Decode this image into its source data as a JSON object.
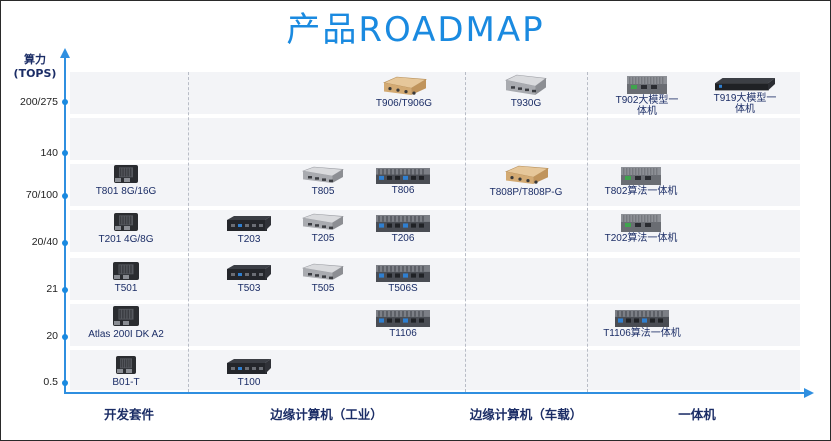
{
  "title": "产品ROADMAP",
  "y_axis": {
    "label_line1": "算力",
    "label_line2": "(TOPS)"
  },
  "tiers": [
    "200/275",
    "140",
    "70/100",
    "20/40",
    "21",
    "20",
    "0.5"
  ],
  "columns": [
    "开发套件",
    "边缘计算机（工业）",
    "边缘计算机（车载）",
    "一体机"
  ],
  "products": [
    {
      "label": "T906/T906G",
      "device": "gold-box",
      "tier": "200/275",
      "column": "边缘计算机（工业）"
    },
    {
      "label": "T930G",
      "device": "silver-box",
      "tier": "200/275",
      "column": "边缘计算机（车载）"
    },
    {
      "label": "T902大模型一体机",
      "device": "grey-chassis",
      "tier": "200/275",
      "column": "一体机"
    },
    {
      "label": "T919大模型一体机",
      "device": "rack-server",
      "tier": "200/275",
      "column": "一体机"
    },
    {
      "label": "T801 8G/16G",
      "device": "dev-kit-board",
      "tier": "70/100",
      "column": "开发套件"
    },
    {
      "label": "T805",
      "device": "silver-box",
      "tier": "70/100",
      "column": "边缘计算机（工业）"
    },
    {
      "label": "T806",
      "device": "dark-box",
      "tier": "70/100",
      "column": "边缘计算机（工业）"
    },
    {
      "label": "T808P/T808P-G",
      "device": "gold-box",
      "tier": "70/100",
      "column": "边缘计算机（车载）"
    },
    {
      "label": "T802算法一体机",
      "device": "grey-chassis",
      "tier": "70/100",
      "column": "一体机"
    },
    {
      "label": "T201 4G/8G",
      "device": "dev-kit-board",
      "tier": "20/40",
      "column": "开发套件"
    },
    {
      "label": "T203",
      "device": "black-box",
      "tier": "20/40",
      "column": "边缘计算机（工业）"
    },
    {
      "label": "T205",
      "device": "silver-box",
      "tier": "20/40",
      "column": "边缘计算机（工业）"
    },
    {
      "label": "T206",
      "device": "dark-box",
      "tier": "20/40",
      "column": "边缘计算机（工业）"
    },
    {
      "label": "T202算法一体机",
      "device": "grey-chassis",
      "tier": "20/40",
      "column": "一体机"
    },
    {
      "label": "T501",
      "device": "dev-kit-board",
      "tier": "21",
      "column": "开发套件"
    },
    {
      "label": "T503",
      "device": "black-box",
      "tier": "21",
      "column": "边缘计算机（工业）"
    },
    {
      "label": "T505",
      "device": "silver-box",
      "tier": "21",
      "column": "边缘计算机（工业）"
    },
    {
      "label": "T506S",
      "device": "dark-box",
      "tier": "21",
      "column": "边缘计算机（工业）"
    },
    {
      "label": "Atlas 200I DK A2",
      "device": "dev-kit-board",
      "tier": "20",
      "column": "开发套件"
    },
    {
      "label": "T1106",
      "device": "dark-box",
      "tier": "20",
      "column": "边缘计算机（工业）"
    },
    {
      "label": "T1106算法一体机",
      "device": "dark-box",
      "tier": "20",
      "column": "一体机"
    },
    {
      "label": "B01-T",
      "device": "dev-kit-board",
      "tier": "0.5",
      "column": "开发套件"
    },
    {
      "label": "T100",
      "device": "black-box",
      "tier": "0.5",
      "column": "边缘计算机（工业）"
    }
  ],
  "colors": {
    "title": "#1a8ae0",
    "axis": "#2f8fe0",
    "label": "#1b2d66",
    "band": "#f3f4f7"
  }
}
